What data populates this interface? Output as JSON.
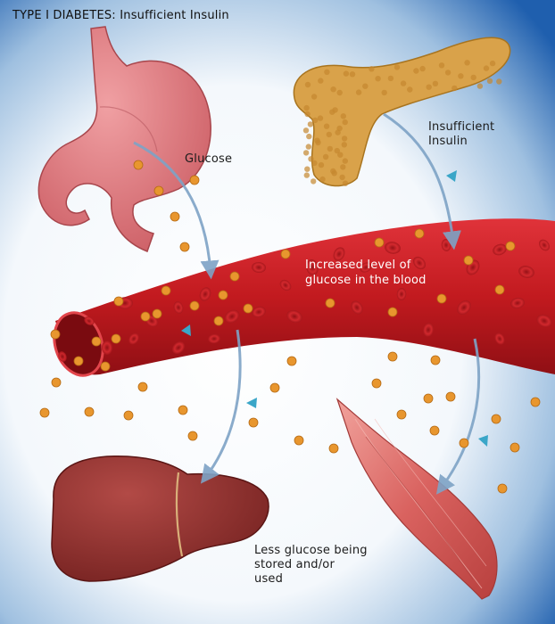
{
  "title": "TYPE I DIABETES: Insufficient Insulin",
  "labels": {
    "glucose": "Glucose",
    "insufficient_insulin": "Insufficient\nInsulin",
    "blood_glucose": "Increased level of\nglucose in the blood",
    "less_glucose": "Less glucose being\nstored and/or\nused"
  },
  "organs": [
    "stomach",
    "pancreas",
    "blood-vessel",
    "liver",
    "muscle"
  ],
  "colors": {
    "background_blue": "#1f5fae",
    "glucose": "#e8962e",
    "insulin": "#3aa6c8",
    "blood": "#c21a1f",
    "stomach": "#d9757a",
    "pancreas": "#d9a24a",
    "liver": "#8e2a28",
    "muscle": "#d96a68",
    "arrow": "#7ea3c6"
  }
}
